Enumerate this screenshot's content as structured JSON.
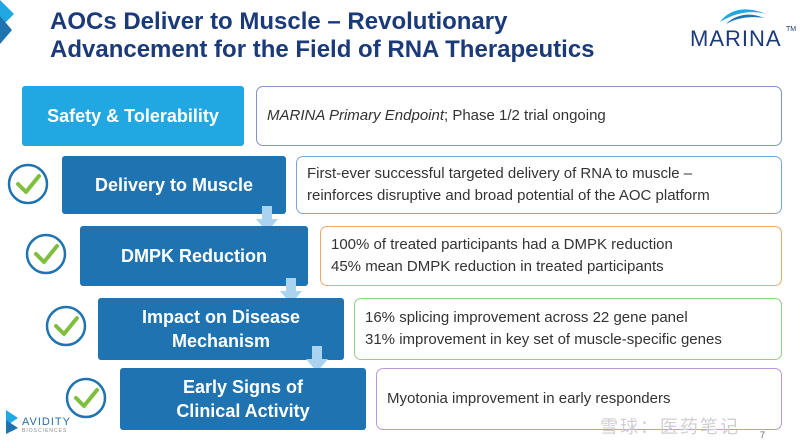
{
  "header": {
    "title_line1": "AOCs Deliver to Muscle – Revolutionary",
    "title_line2": "Advancement for the Field of RNA Therapeutics"
  },
  "brand": {
    "name": "MARINA",
    "tm": "TM"
  },
  "steps": [
    {
      "label": "Safety & Tolerability",
      "checked": false,
      "lines": [
        {
          "italic": "MARINA Primary Endpoint",
          "text": "; Phase 1/2 trial ongoing"
        }
      ]
    },
    {
      "label": "Delivery to Muscle",
      "checked": true,
      "lines": [
        {
          "italic": "",
          "text": "First-ever successful targeted delivery of RNA to muscle –"
        },
        {
          "italic": "",
          "text": "reinforces disruptive and broad potential of the AOC platform"
        }
      ]
    },
    {
      "label": "DMPK Reduction",
      "checked": true,
      "lines": [
        {
          "italic": "",
          "text": "100% of treated participants had a DMPK reduction"
        },
        {
          "italic": "",
          "text": "45% mean DMPK reduction in treated participants"
        }
      ]
    },
    {
      "label_line1": "Impact on Disease",
      "label_line2": "Mechanism",
      "checked": true,
      "lines": [
        {
          "italic": "",
          "text": "16% splicing improvement across 22 gene panel"
        },
        {
          "italic": "",
          "text": "31% improvement in key set of muscle-specific genes"
        }
      ]
    },
    {
      "label_line1": "Early Signs of",
      "label_line2": "Clinical Activity",
      "checked": true,
      "lines": [
        {
          "italic": "",
          "text": "Myotonia improvement in early responders"
        }
      ]
    }
  ],
  "footer": {
    "company": "AVIDITY",
    "company_sub": "BIOSCIENCES",
    "watermark": "雪球：医药笔记",
    "page_number": "7"
  },
  "colors": {
    "title": "#1b3a7a",
    "step": "#1f73b0",
    "step_first": "#21a7e1",
    "desc_borders": [
      "#7f93c9",
      "#7aa7d6",
      "#f0a868",
      "#8fcf8a",
      "#b99ad6"
    ],
    "check": "#7fbf3f",
    "arrow": "#a9d3ef"
  }
}
